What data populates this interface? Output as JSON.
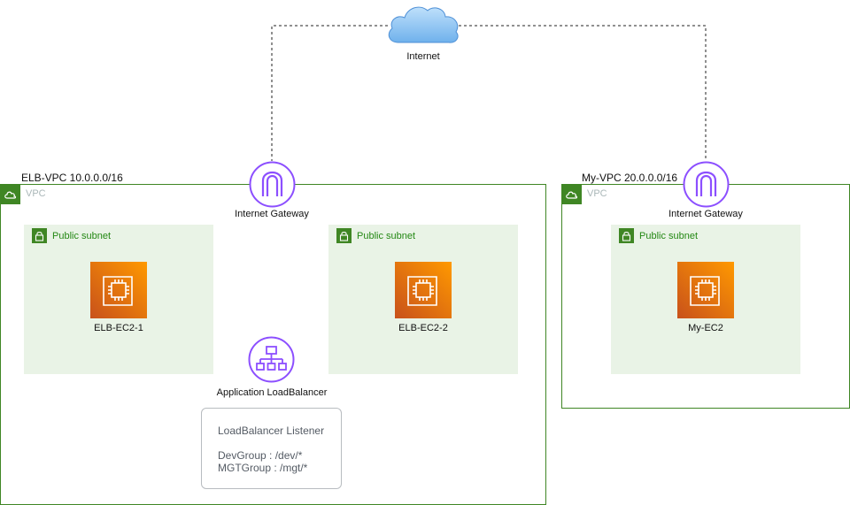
{
  "internet": {
    "label": "Internet",
    "icon": "cloud-icon"
  },
  "elb_vpc": {
    "title": "ELB-VPC 10.0.0.0/16",
    "vpc_label": "VPC",
    "gateway_label": "Internet Gateway",
    "subnet_left": {
      "label": "Public subnet",
      "instance": "ELB-EC2-1"
    },
    "subnet_right": {
      "label": "Public subnet",
      "instance": "ELB-EC2-2"
    },
    "load_balancer_label": "Application LoadBalancer",
    "listener": {
      "title": "LoadBalancer Listener",
      "rule1": "DevGroup : /dev/*",
      "rule2": "MGTGroup : /mgt/*"
    }
  },
  "my_vpc": {
    "title": "My-VPC 20.0.0.0/16",
    "vpc_label": "VPC",
    "gateway_label": "Internet Gateway",
    "subnet": {
      "label": "Public subnet",
      "instance": "My-EC2"
    }
  },
  "colors": {
    "vpc_border": "#3f8624",
    "subnet_fill": "#e9f3e6",
    "subnet_text": "#248814",
    "gateway_purple": "#8c4fff",
    "ec2_orange_dark": "#c8511b",
    "ec2_orange_light": "#ff9900"
  }
}
